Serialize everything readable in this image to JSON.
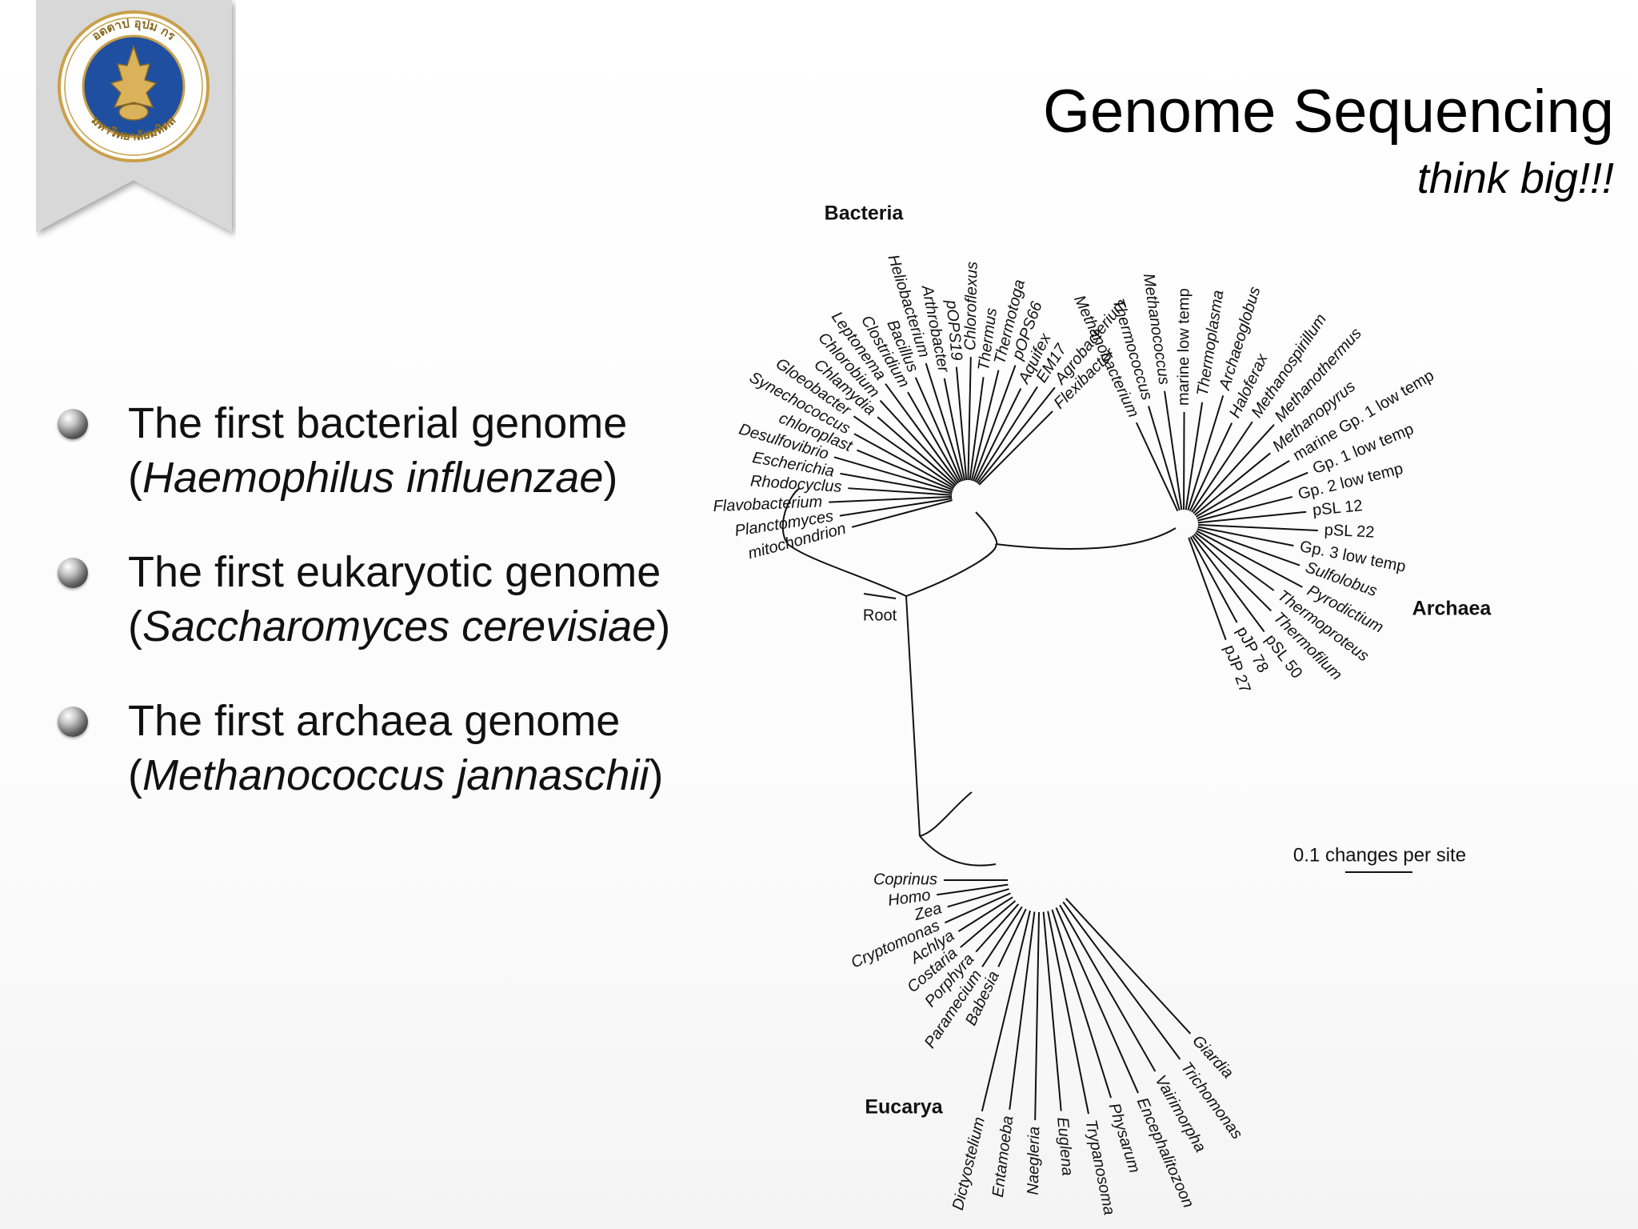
{
  "slide": {
    "title": "Genome Sequencing",
    "subtitle": "think big!!!",
    "logo": {
      "text": "อดตาป  อุปม  กร",
      "bottom_text": "มหาวิทยาลัยมหิดล",
      "colors": {
        "ring": "#c9a04a",
        "center": "#1f4fa0",
        "ribbon": "#d6d6d6"
      }
    }
  },
  "bullets": [
    {
      "line1": "The first bacterial genome",
      "open": "(",
      "species": "Haemophilus influenzae",
      "close": ")"
    },
    {
      "line1": "The first eukaryotic genome",
      "open": "(",
      "species": "Saccharomyces cerevisiae",
      "close": ")"
    },
    {
      "line1": "The first archaea genome",
      "open": "(",
      "species": "Methanococcus jannaschii",
      "close": ")"
    }
  ],
  "tree": {
    "domains": {
      "bacteria": "Bacteria",
      "archaea": "Archaea",
      "eucarya": "Eucarya"
    },
    "root": "Root",
    "scale": "0.1 changes per site",
    "bacteria_taxa": [
      "mitochondrion",
      "Planctomyces",
      "Flavobacterium",
      "Rhodocyclus",
      "Escherichia",
      "Desulfovibrio",
      "chloroplast",
      "Synechococcus",
      "Gloeobacter",
      "Chlamydia",
      "Chlorobium",
      "Leptonema",
      "Clostridium",
      "Bacillus",
      "Heliobacterium",
      "Arthrobacter",
      "pOPS19",
      "Chloroflexus",
      "Thermus",
      "Thermotoga",
      "pOPS66",
      "Aquifex",
      "EM17",
      "Agrobacterium",
      "Flexibacter"
    ],
    "archaea_taxa": [
      "Methanobacterium",
      "Thermococcus",
      "Methanococcus",
      "marine low temp",
      "Thermoplasma",
      "Archaeoglobus",
      "Haloferax",
      "Methanospirillum",
      "Methanothermus",
      "Methanopyrus",
      "marine Gp. 1 low temp",
      "Gp. 1 low temp",
      "Gp. 2 low temp",
      "pSL 12",
      "pSL 22",
      "Gp. 3 low temp",
      "Sulfolobus",
      "Pyrodictium",
      "Thermoproteus",
      "Thermofilum",
      "pSL 50",
      "pJP 78",
      "pJP 27"
    ],
    "eucarya_taxa": [
      "Coprinus",
      "Homo",
      "Zea",
      "Cryptomonas",
      "Achlya",
      "Costaria",
      "Porphyra",
      "Paramecium",
      "Babesia",
      "Dictyostelium",
      "Entamoeba",
      "Naegleria",
      "Euglena",
      "Trypanosoma",
      "Physarum",
      "Encephalitozoon",
      "Vairimorpha",
      "Trichomonas",
      "Giardia"
    ]
  }
}
